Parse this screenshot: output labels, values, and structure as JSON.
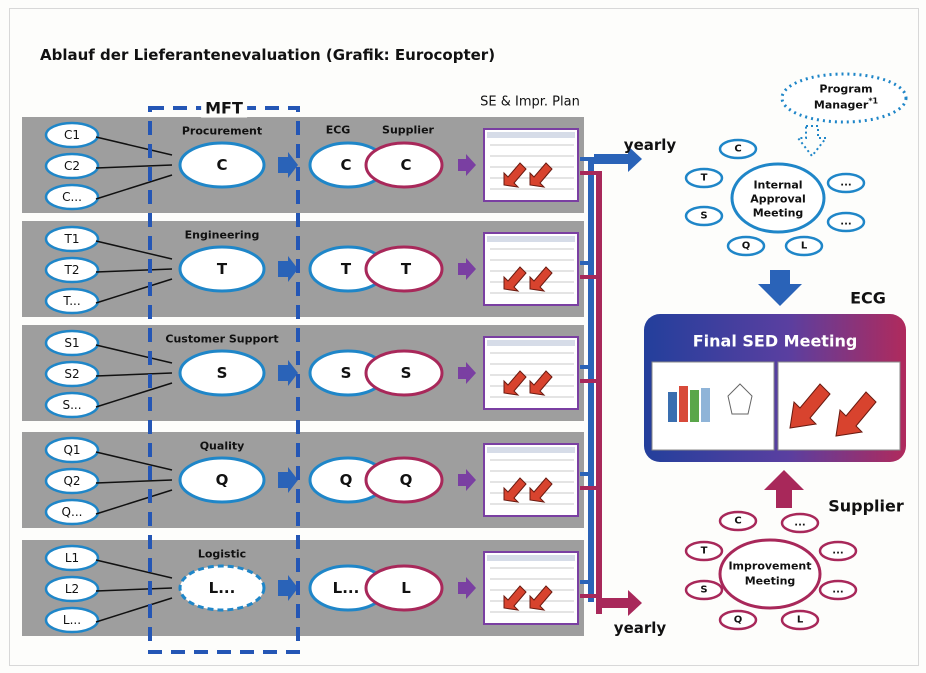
{
  "title": "Ablauf der Lieferantenevaluation (Grafik: Eurocopter)",
  "mft_label": "MFT",
  "col_ecg": "ECG",
  "col_supplier": "Supplier",
  "col_plan": "SE & Impr. Plan",
  "yearly_top": "yearly",
  "yearly_bottom": "yearly",
  "rows": [
    {
      "category": "Procurement",
      "items": [
        "C1",
        "C2",
        "C..."
      ],
      "main": "C",
      "ecg": "C",
      "supplier": "C"
    },
    {
      "category": "Engineering",
      "items": [
        "T1",
        "T2",
        "T..."
      ],
      "main": "T",
      "ecg": "T",
      "supplier": "T"
    },
    {
      "category": "Customer Support",
      "items": [
        "S1",
        "S2",
        "S..."
      ],
      "main": "S",
      "ecg": "S",
      "supplier": "S"
    },
    {
      "category": "Quality",
      "items": [
        "Q1",
        "Q2",
        "Q..."
      ],
      "main": "Q",
      "ecg": "Q",
      "supplier": "Q"
    },
    {
      "category": "Logistic",
      "items": [
        "L1",
        "L2",
        "L..."
      ],
      "main": "L...",
      "ecg": "L...",
      "supplier": "L"
    }
  ],
  "program_manager": {
    "line1": "Program",
    "line2": "Manager",
    "footnote": "*1"
  },
  "internal_meeting": {
    "line1": "Internal",
    "line2": "Approval",
    "line3": "Meeting",
    "satellites": [
      "C",
      "T",
      "S",
      "Q",
      "L",
      "...",
      "..."
    ]
  },
  "ecg_label": "ECG",
  "final_meeting": "Final SED Meeting",
  "supplier_label": "Supplier",
  "improvement_meeting": {
    "line1": "Improvement",
    "line2": "Meeting",
    "satellites": [
      "C",
      "T",
      "S",
      "Q",
      "L",
      "...",
      "...",
      "..."
    ]
  },
  "colors": {
    "blue": "#2a63b8",
    "red": "#a8285a",
    "gray": "#9e9e9e",
    "oval_blue": "#1f86c8",
    "dash": "#2456b5"
  }
}
